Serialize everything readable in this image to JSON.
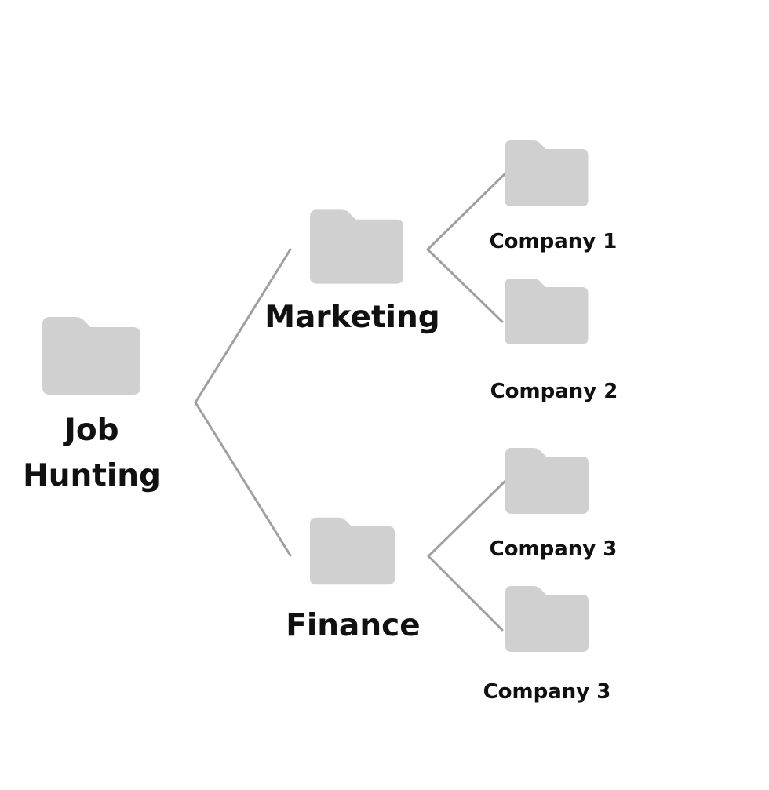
{
  "diagram": {
    "root": {
      "label": "Job Hunting",
      "icon": "folder-icon"
    },
    "branches": [
      {
        "label": "Marketing",
        "icon": "folder-icon",
        "children": [
          {
            "label": "Company 1",
            "icon": "folder-icon"
          },
          {
            "label": "Company 2",
            "icon": "folder-icon"
          }
        ]
      },
      {
        "label": "Finance",
        "icon": "folder-icon",
        "children": [
          {
            "label": "Company 3",
            "icon": "folder-icon"
          },
          {
            "label": "Company 3",
            "icon": "folder-icon"
          }
        ]
      }
    ]
  },
  "colors": {
    "folder": "#d0d0d0",
    "connector": "#a0a0a0",
    "text": "#111111",
    "background": "#ffffff"
  }
}
